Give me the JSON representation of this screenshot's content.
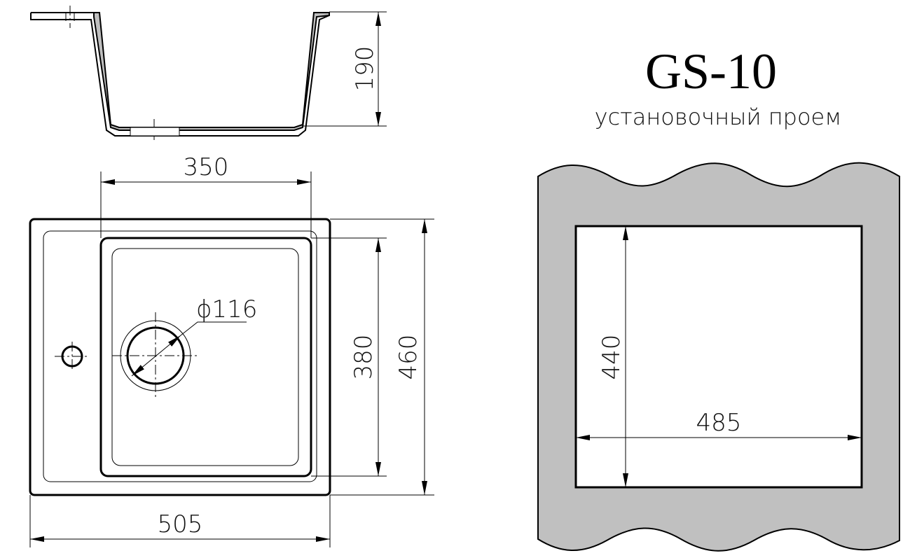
{
  "model": "GS-10",
  "subtitle": "установочный проем",
  "dimensions": {
    "depth": "190",
    "bowl_width": "350",
    "drain_diameter": "ϕ116",
    "bowl_length": "380",
    "overall_length": "460",
    "overall_width": "505",
    "cutout_length": "440",
    "cutout_width": "485"
  },
  "colors": {
    "line": "#000000",
    "countertop": "#c0c0c0",
    "sink_section_fill": "#bfbfbf",
    "background": "#ffffff"
  }
}
